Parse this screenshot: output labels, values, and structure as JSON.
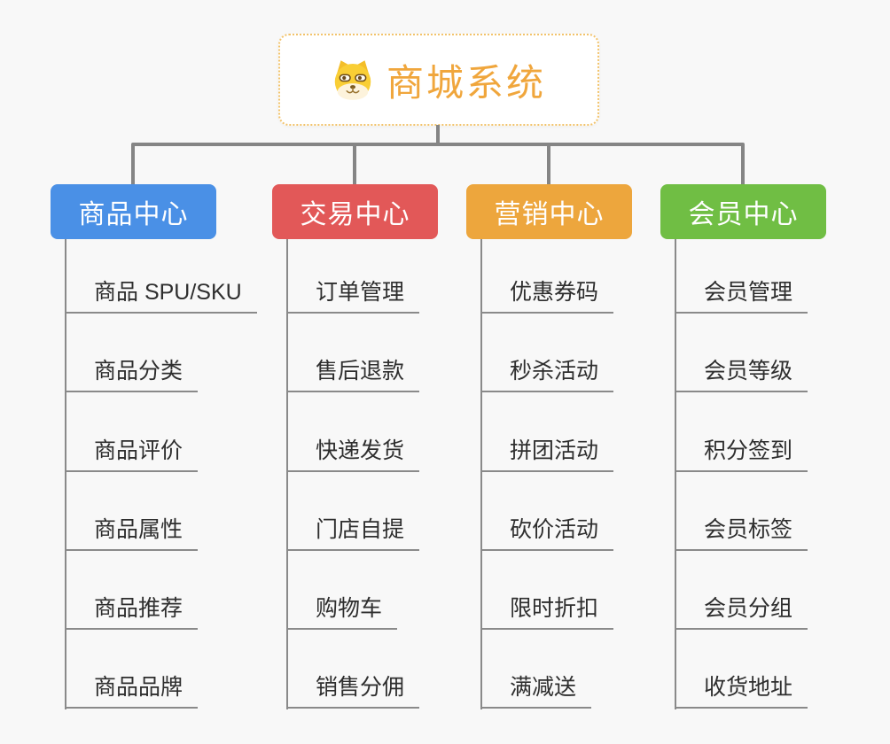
{
  "root": {
    "title": "商城系统",
    "icon": "doge-icon"
  },
  "palette": {
    "background": "#f8f8f8",
    "connector": "#858585",
    "leaf_line": "#8a8a8a",
    "leaf_text": "#2e2e2e",
    "root_text": "#F0A63C",
    "root_border": "#F2C36B"
  },
  "branches": [
    {
      "label": "商品中心",
      "color": "#4A90E6",
      "children": [
        "商品 SPU/SKU",
        "商品分类",
        "商品评价",
        "商品属性",
        "商品推荐",
        "商品品牌"
      ]
    },
    {
      "label": "交易中心",
      "color": "#E25858",
      "children": [
        "订单管理",
        "售后退款",
        "快递发货",
        "门店自提",
        "购物车",
        "销售分佣"
      ]
    },
    {
      "label": "营销中心",
      "color": "#EDA63D",
      "children": [
        "优惠券码",
        "秒杀活动",
        "拼团活动",
        "砍价活动",
        "限时折扣",
        "满减送"
      ]
    },
    {
      "label": "会员中心",
      "color": "#70BE44",
      "children": [
        "会员管理",
        "会员等级",
        "积分签到",
        "会员标签",
        "会员分组",
        "收货地址"
      ]
    }
  ]
}
